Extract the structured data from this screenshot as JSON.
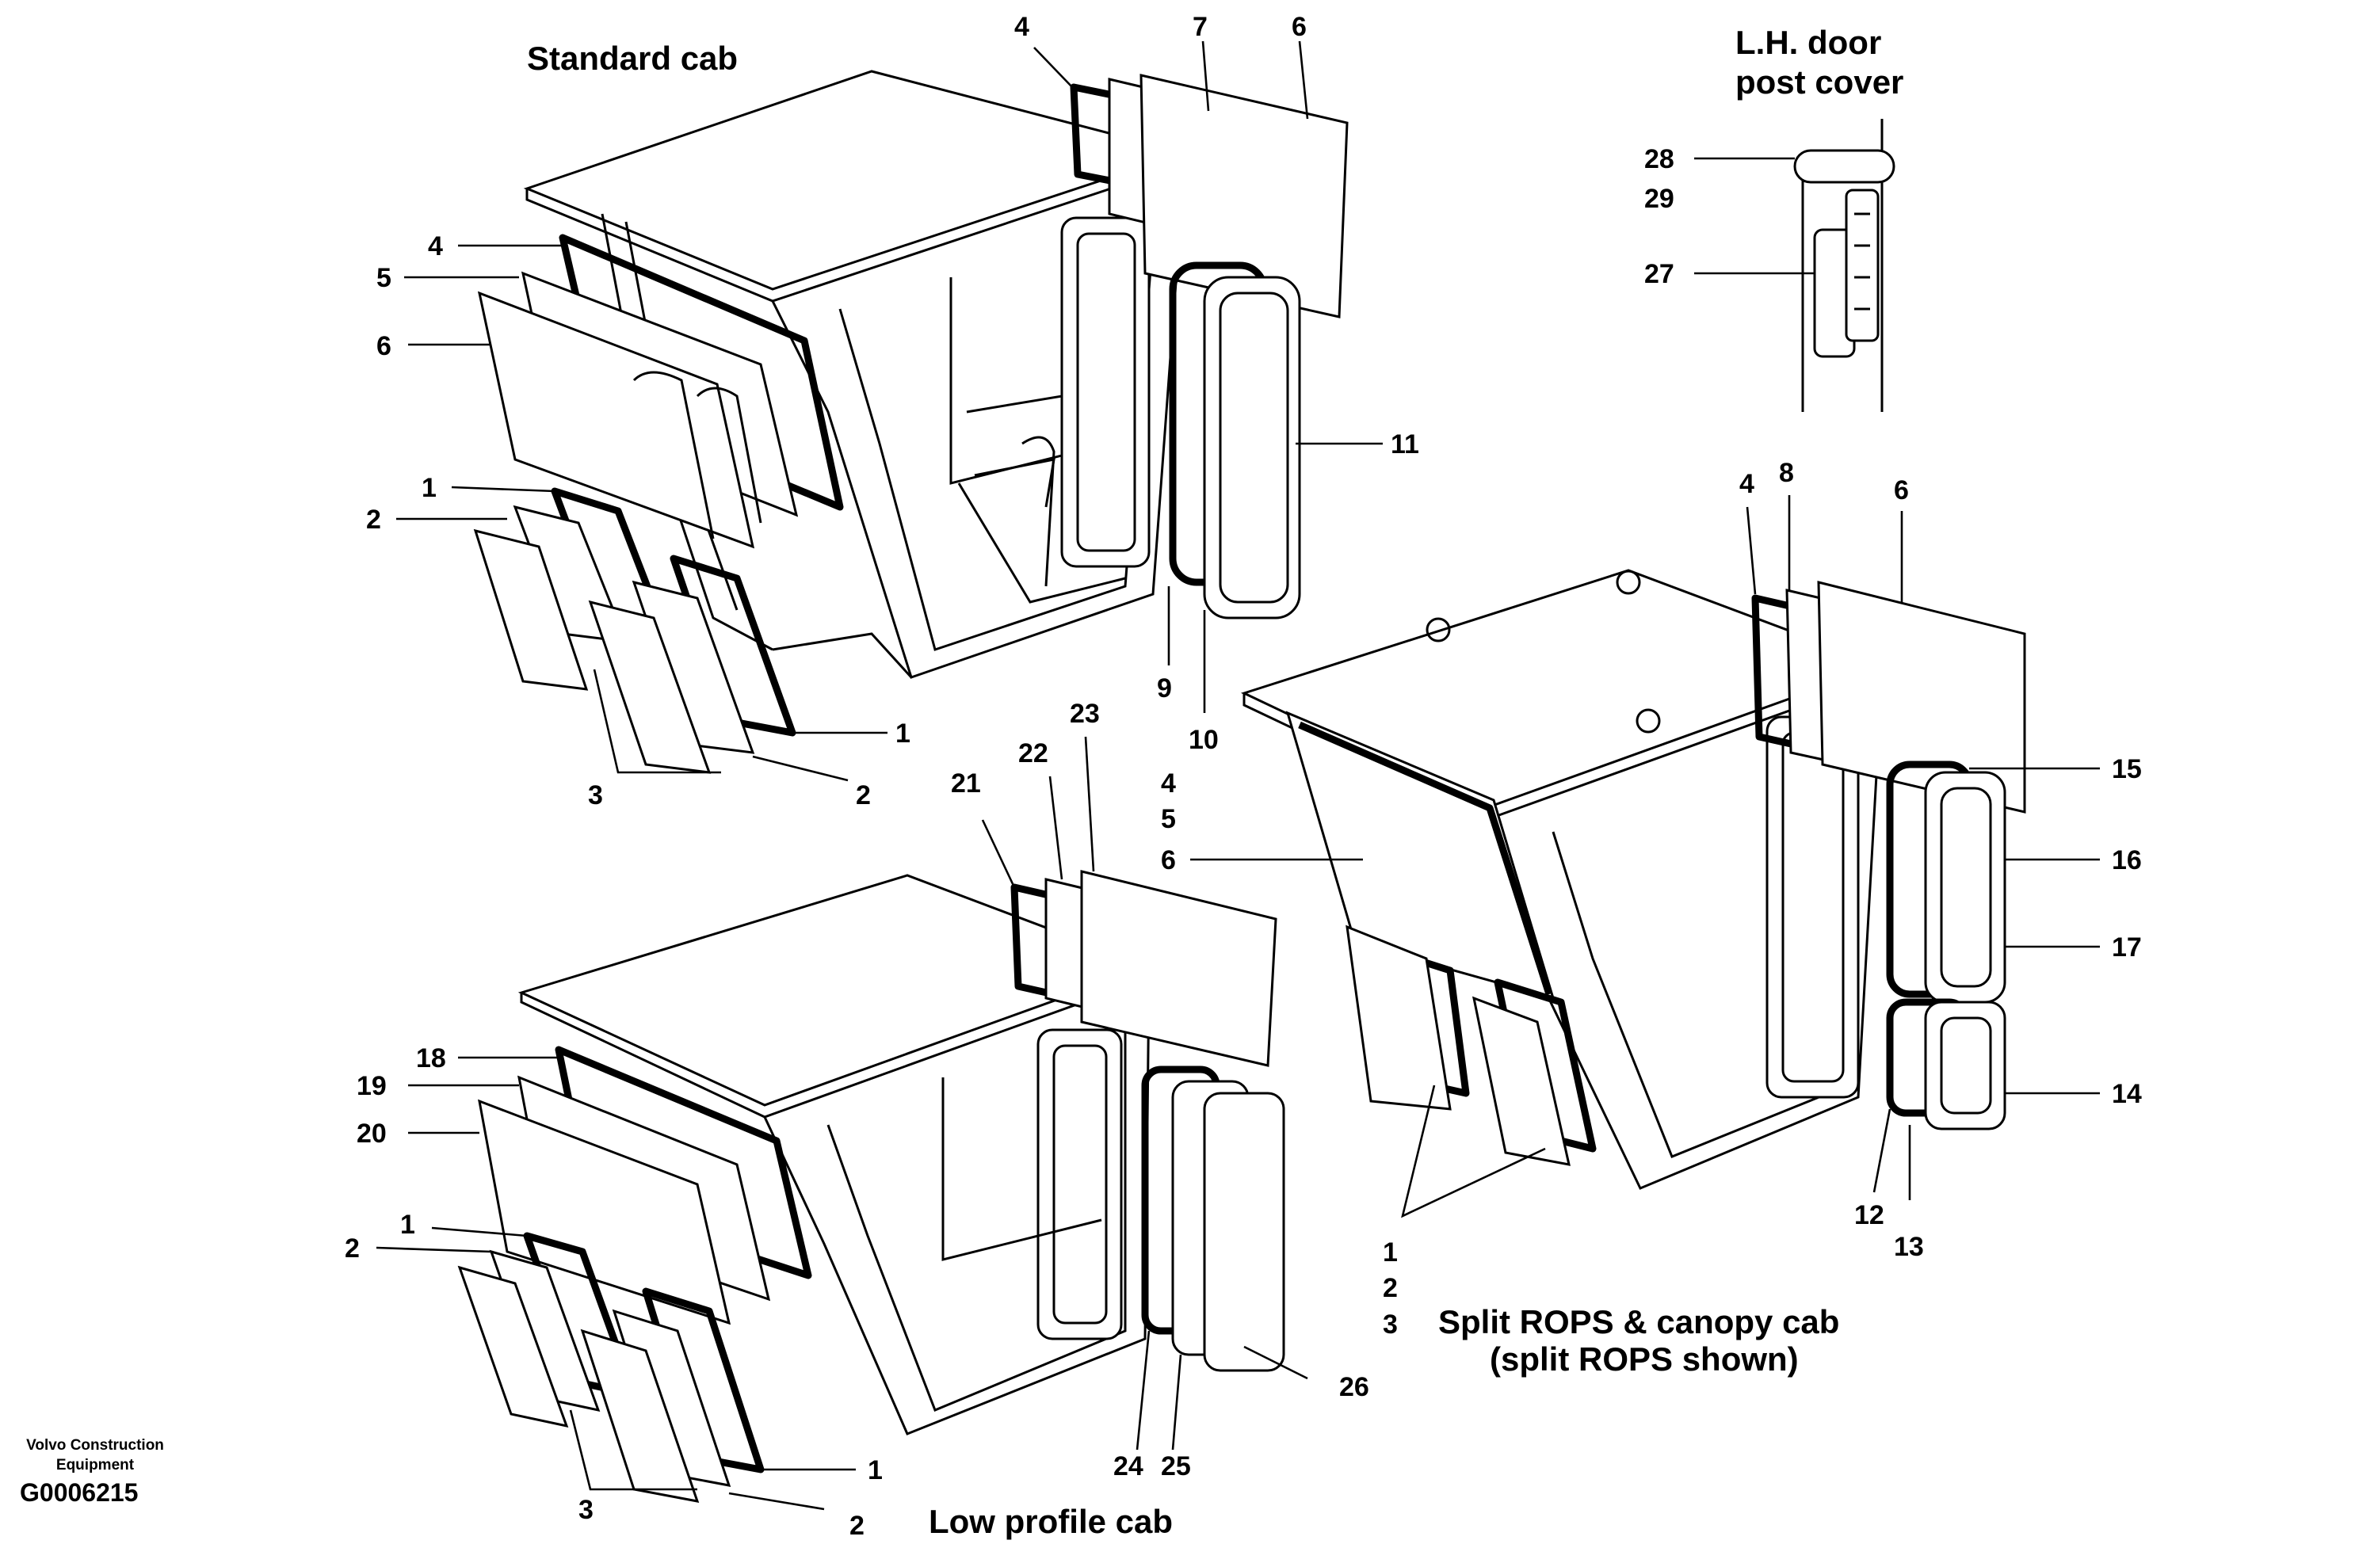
{
  "titles": {
    "standard": "Standard cab",
    "low_profile": "Low profile cab",
    "split_rops_line1": "Split ROPS & canopy cab",
    "split_rops_line2": "(split ROPS shown)",
    "door_post_line1": "L.H. door",
    "door_post_line2": "post cover"
  },
  "footer": {
    "company_line1": "Volvo Construction",
    "company_line2": "Equipment",
    "drawing_code": "G0006215"
  },
  "labels": {
    "std": [
      "4",
      "7",
      "6",
      "4",
      "5",
      "6",
      "11",
      "1",
      "2",
      "9",
      "10",
      "1",
      "3",
      "2"
    ],
    "door": [
      "28",
      "29",
      "27"
    ],
    "split": [
      "4",
      "8",
      "6",
      "15",
      "16",
      "17",
      "14",
      "12",
      "13",
      "1",
      "2",
      "3",
      "4",
      "5",
      "6"
    ],
    "low": [
      "21",
      "22",
      "23",
      "18",
      "19",
      "20",
      "1",
      "2",
      "24",
      "25",
      "26",
      "1",
      "3",
      "2"
    ]
  }
}
